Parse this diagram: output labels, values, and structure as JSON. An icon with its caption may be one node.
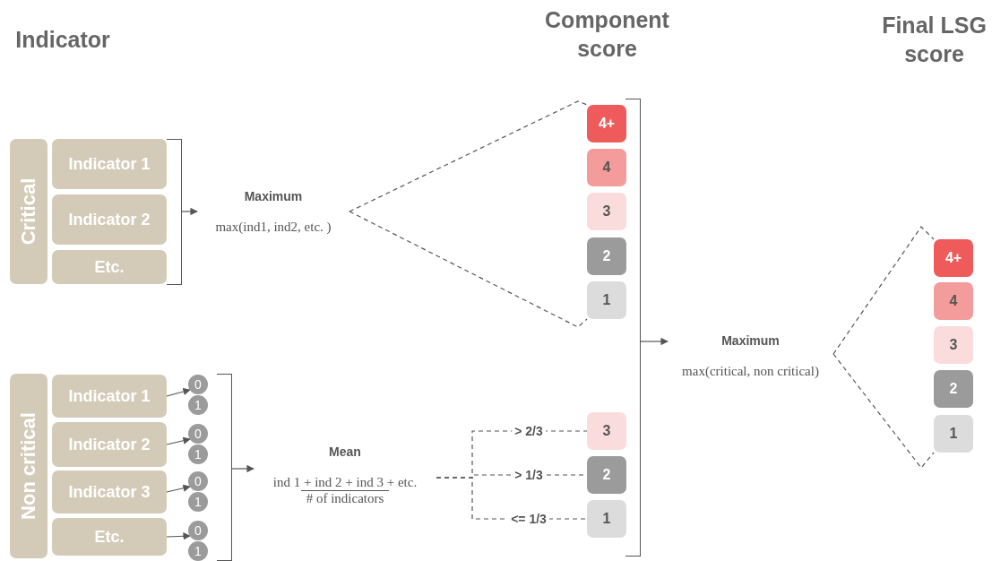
{
  "diagram": {
    "nodes": [
      {
        "text": [
          "Critical"
        ]
      },
      {
        "text": [
          "Indicator 1"
        ]
      },
      {
        "text": [
          "Indicator 2"
        ]
      },
      {
        "text": [
          "Etc."
        ]
      },
      {
        "text": [
          "Maximum",
          "max(ind1, ind2, etc. )"
        ]
      },
      {
        "text": [
          "Non critical"
        ]
      },
      {
        "text": [
          "Indicator 1"
        ]
      },
      {
        "text": [
          "Indicator 2"
        ]
      },
      {
        "text": [
          "Indicator 3"
        ]
      },
      {
        "text": [
          "Etc."
        ]
      },
      {
        "text": [
          "0"
        ]
      },
      {
        "text": [
          "1"
        ]
      },
      {
        "text": [
          "0"
        ]
      },
      {
        "text": [
          "1"
        ]
      },
      {
        "text": [
          "0"
        ]
      },
      {
        "text": [
          "1"
        ]
      },
      {
        "text": [
          "0"
        ]
      },
      {
        "text": [
          "1"
        ]
      },
      {
        "text": [
          "Mean",
          "ind 1 + ind 2 + ind 3 + etc.",
          "# of indicators"
        ]
      },
      {
        "text": [
          "4+"
        ]
      },
      {
        "text": [
          "4"
        ]
      },
      {
        "text": [
          "3"
        ]
      },
      {
        "text": [
          "2"
        ]
      },
      {
        "text": [
          "1"
        ]
      },
      {
        "text": [
          "3"
        ]
      },
      {
        "text": [
          "2"
        ]
      },
      {
        "text": [
          "1"
        ]
      },
      {
        "text": [
          "Maximum",
          "max(critical, non critical)"
        ]
      },
      {
        "text": [
          "4+"
        ]
      },
      {
        "text": [
          "4"
        ]
      },
      {
        "text": [
          "3"
        ]
      },
      {
        "text": [
          "2"
        ]
      },
      {
        "text": [
          "1"
        ]
      },
      {
        "text": [],
        "shape": "bracket"
      },
      {
        "text": [],
        "shape": "bracket"
      },
      {
        "text": [],
        "shape": "bracket"
      }
    ],
    "edges": [
      {
        "from": 33,
        "to": 4,
        "arrow": "to"
      },
      {
        "from": 6,
        "to": 10,
        "arrow": "to"
      },
      {
        "from": 7,
        "to": 12,
        "arrow": "to"
      },
      {
        "from": 8,
        "to": 14,
        "arrow": "to"
      },
      {
        "from": 9,
        "to": 16,
        "arrow": "to"
      },
      {
        "from": 34,
        "to": 18,
        "arrow": "to"
      },
      {
        "from": 4,
        "to": 19,
        "arrow": "none",
        "style": "dashed"
      },
      {
        "from": 4,
        "to": 23,
        "arrow": "none",
        "style": "dashed"
      },
      {
        "from": 18,
        "to": 24,
        "arrow": "none",
        "style": "dashed",
        "label": "> 2/3"
      },
      {
        "from": 18,
        "to": 25,
        "arrow": "none",
        "style": "dashed",
        "label": "> 1/3"
      },
      {
        "from": 18,
        "to": 26,
        "arrow": "none",
        "style": "dashed",
        "label": "<= 1/3"
      },
      {
        "from": 35,
        "to": 27,
        "arrow": "to"
      },
      {
        "from": 27,
        "to": 28,
        "arrow": "none",
        "style": "dashed"
      },
      {
        "from": 27,
        "to": 32,
        "arrow": "none",
        "style": "dashed"
      }
    ],
    "labels": [
      "Indicator",
      "Component score",
      "Final LSG score"
    ]
  }
}
